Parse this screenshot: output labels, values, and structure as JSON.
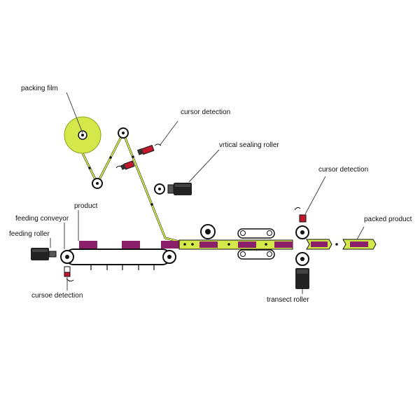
{
  "labels": {
    "packing_film": "packing film",
    "cursor_detection_top": "cursor detection",
    "vertical_sealing_roller": "vrtical sealing roller",
    "cursor_detection_right": "cursor detection",
    "packed_product": "packed product",
    "product": "product",
    "feeding_conveyor": "feeding conveyor",
    "feeding_roller": "feeding roller",
    "cursor_detection_bottom": "cursoe detection",
    "transect_roller": "transect roller"
  },
  "colors": {
    "film": "#d4e84a",
    "film_stroke": "#8aa31a",
    "product": "#8b1f6a",
    "sensor_red": "#c2182c",
    "motor": "#222222",
    "line": "#111111"
  }
}
